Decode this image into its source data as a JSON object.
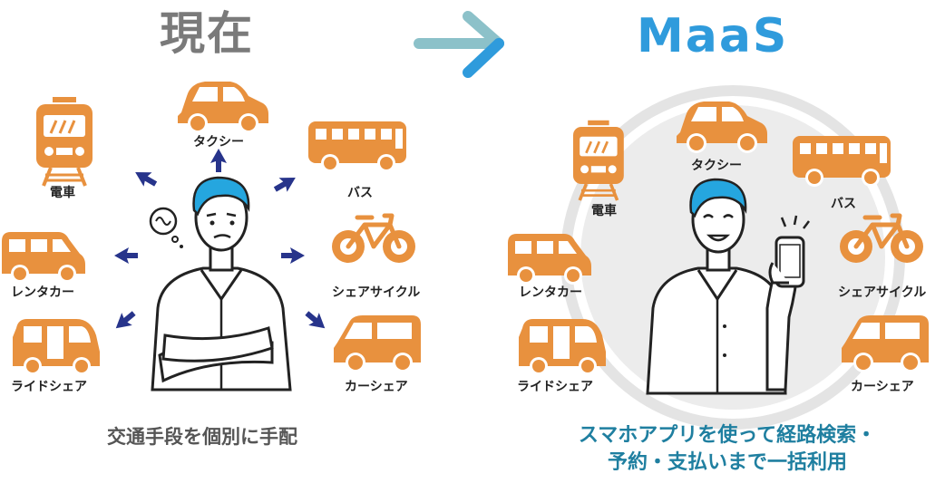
{
  "left_panel": {
    "title": "現在",
    "caption": "交通手段を個別に手配",
    "labels": {
      "train": "電車",
      "taxi": "タクシー",
      "bus": "バス",
      "rental": "レンタカー",
      "bicycle": "シェアサイクル",
      "rideshare": "ライドシェア",
      "carshare": "カーシェア"
    }
  },
  "right_panel": {
    "title": "MaaS",
    "caption_line1": "スマホアプリを使って経路検索・",
    "caption_line2": "予約・支払いまで一括利用",
    "labels": {
      "train": "電車",
      "taxi": "タクシー",
      "bus": "バス",
      "rental": "レンタカー",
      "bicycle": "シェアサイクル",
      "rideshare": "ライドシェア",
      "carshare": "カーシェア"
    }
  },
  "colors": {
    "vehicle": "#e8913e",
    "arrow_small": "#27348b",
    "arrow_big_a": "#8cc1c9",
    "arrow_big_b": "#2f9bdc",
    "hair": "#25a6df",
    "circle": "#e9e9e9"
  }
}
